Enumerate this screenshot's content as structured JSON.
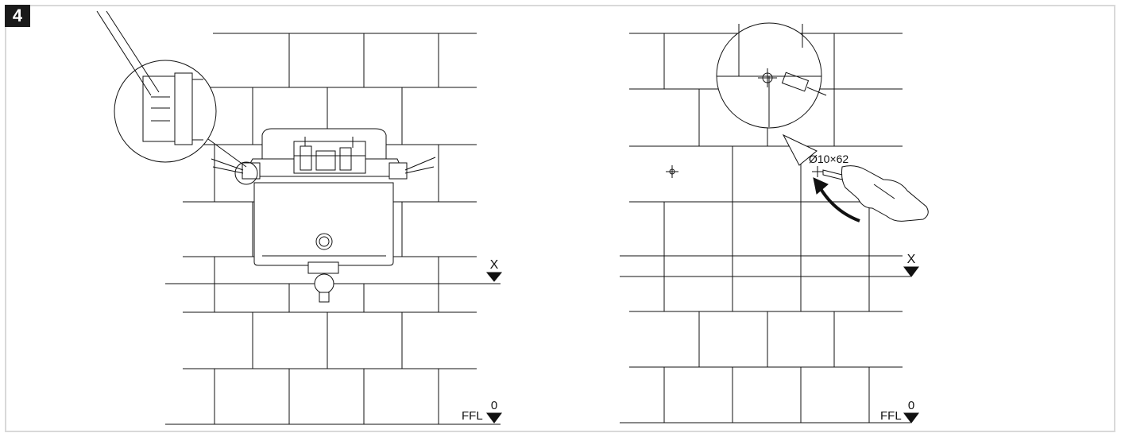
{
  "step": {
    "number": "4"
  },
  "left_panel": {
    "marker_x": "X",
    "floor_label": "FFL",
    "floor_zero": "0"
  },
  "right_panel": {
    "marker_x": "X",
    "drill_spec": "Ø10×62",
    "floor_label": "FFL",
    "floor_zero": "0"
  },
  "colors": {
    "line": "#111111",
    "frame": "#d9d9d9",
    "badge": "#1a1a1a"
  }
}
